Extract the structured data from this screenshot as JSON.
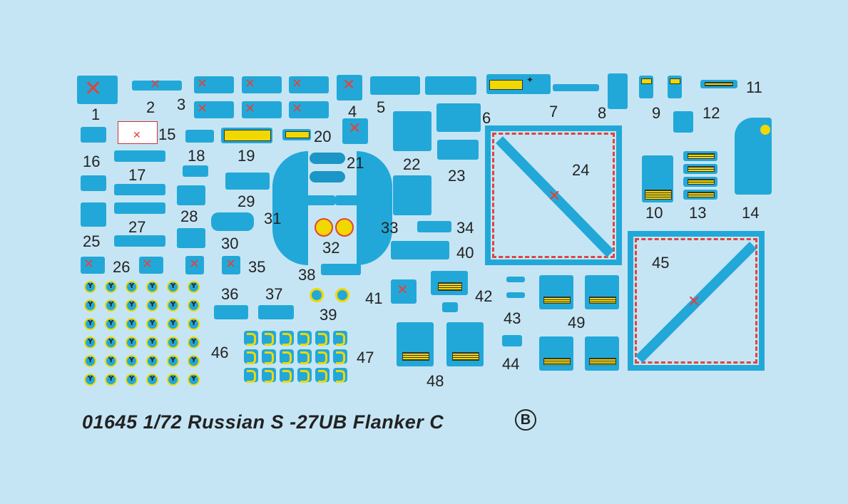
{
  "sheet": {
    "title": "01645 1/72 Russian S   -27UB Flanker C",
    "sheet_mark": "B",
    "numbers": [
      "1",
      "2",
      "3",
      "4",
      "5",
      "6",
      "7",
      "8",
      "9",
      "10",
      "11",
      "12",
      "13",
      "14",
      "15",
      "16",
      "17",
      "18",
      "19",
      "20",
      "21",
      "22",
      "23",
      "24",
      "25",
      "26",
      "27",
      "28",
      "29",
      "30",
      "31",
      "32",
      "33",
      "34",
      "35",
      "36",
      "37",
      "38",
      "39",
      "40",
      "41",
      "42",
      "43",
      "44",
      "45",
      "46",
      "47",
      "48",
      "49"
    ]
  },
  "colors": {
    "background": "#c6e5f4",
    "decal_blue": "#22a8d8",
    "red": "#e0443a",
    "yellow": "#f0d800"
  }
}
